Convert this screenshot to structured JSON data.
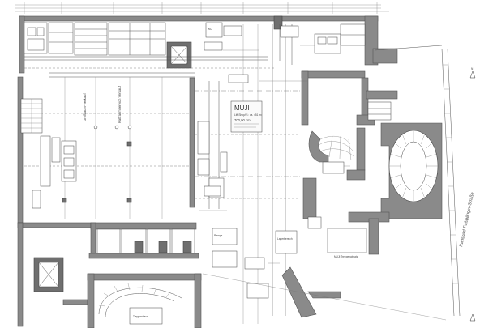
{
  "plan": {
    "shop_name": "MUJI",
    "shop_area": "Lift-Shop/Fl.: ca. 451 m²",
    "shop_height": "700,00 cm",
    "store_left_1": "Großraum-Verkauf",
    "store_left_2": "Kaltraumbereich Verkauf",
    "street_name": "Karlsbad-Fußgänger-Straße",
    "label_stair_building": "MUJI Treppenabsatz",
    "label_lower_level": "Lagerbereich",
    "label_ramp": "Rampe",
    "label_core": "Treppenhaus",
    "north_mark": "N"
  },
  "colors": {
    "wall": "#8a8a8a",
    "wall_dark": "#6f6f6f",
    "line": "#555555"
  }
}
